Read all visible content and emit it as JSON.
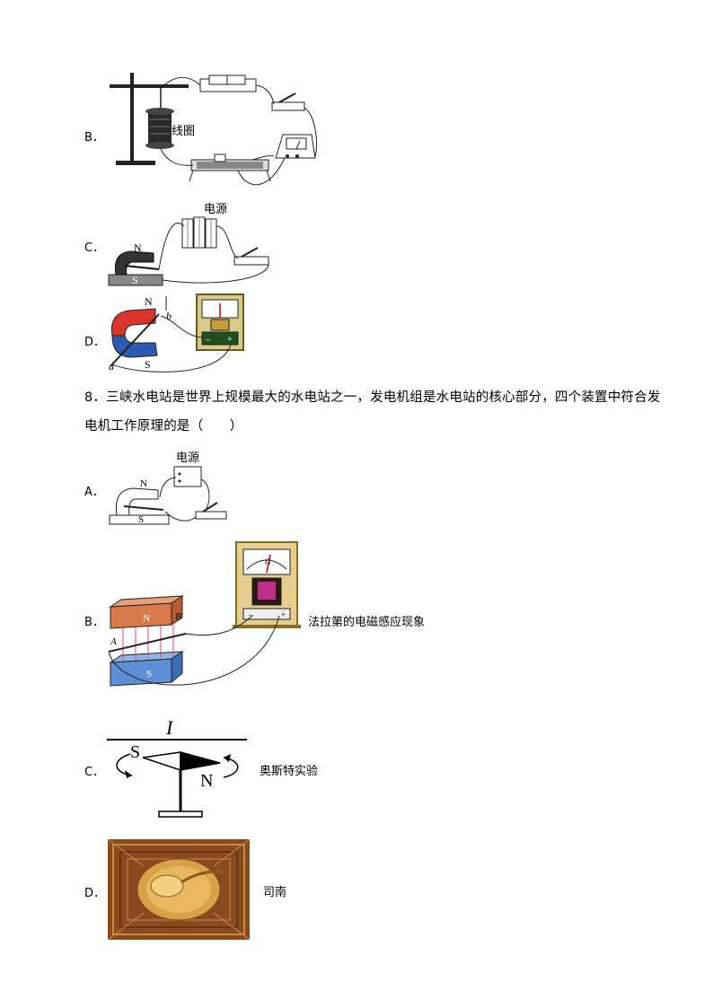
{
  "q7": {
    "options": [
      {
        "letter": "B．",
        "labels": {
          "coil": "线圈"
        }
      },
      {
        "letter": "C．",
        "labels": {
          "power": "电源",
          "n": "N",
          "s": "S"
        }
      },
      {
        "letter": "D．",
        "labels": {
          "n": "N",
          "s": "S",
          "a": "a",
          "b": "b"
        }
      }
    ]
  },
  "q8": {
    "stem_line1": "8．三峡水电站是世界上规模最大的水电站之一，发电机组是水电站的核心部分，四个装置中符合发",
    "stem_line2": "电机工作原理的是（　　）",
    "options": [
      {
        "letter": "A．",
        "labels": {
          "power": "电源",
          "n": "N",
          "s": "S"
        }
      },
      {
        "letter": "B．",
        "caption": "法拉第的电磁感应现象",
        "labels": {
          "n": "N",
          "s": "S",
          "A": "A",
          "B": "B",
          "G": "G"
        }
      },
      {
        "letter": "C．",
        "caption": "奥斯特实验",
        "labels": {
          "I": "I",
          "s": "S",
          "n": "N"
        }
      },
      {
        "letter": "D．",
        "caption": "司南"
      }
    ]
  }
}
